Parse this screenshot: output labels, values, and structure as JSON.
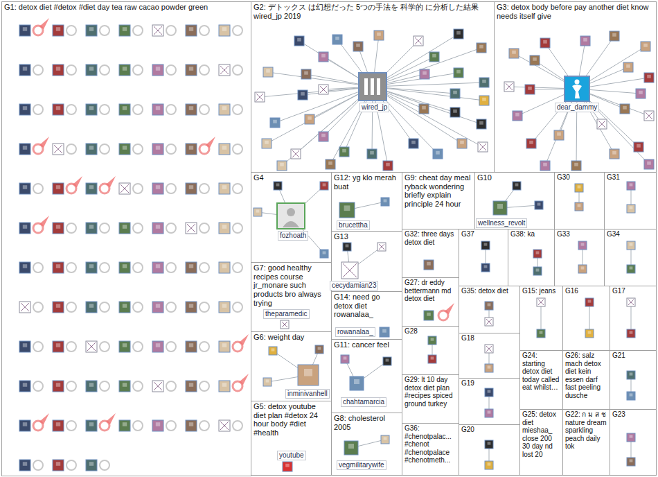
{
  "diagram": {
    "nodes": [
      {
        "text": [
          "G1: detox diet #detox #diet day tea raw cacao powder green"
        ]
      },
      {
        "text": [
          "G2: デトックス は幻想だった 5つの手法を 科学的 に分析した結果 wired_jp 2019"
        ]
      },
      {
        "text": [
          "wired_jp"
        ],
        "in": 1
      },
      {
        "text": [
          "G3: detox body before pay another diet know needs itself give"
        ]
      },
      {
        "text": [
          "dear_dammy"
        ],
        "in": 3
      },
      {
        "text": [
          "G4"
        ]
      },
      {
        "text": [
          "fozhoath"
        ],
        "in": 5
      },
      {
        "text": [
          "G12: yg klo merah buat"
        ]
      },
      {
        "text": [
          "brucettha"
        ],
        "in": 7
      },
      {
        "text": [
          "G9: cheat day meal ryback wondering briefly explain principle 24 hour"
        ]
      },
      {
        "text": [
          "G10"
        ]
      },
      {
        "text": [
          "wellness_revolt"
        ],
        "in": 10
      },
      {
        "text": [
          "G30"
        ]
      },
      {
        "text": [
          "G31"
        ]
      },
      {
        "text": [
          "G13"
        ]
      },
      {
        "text": [
          "cecydamian23"
        ],
        "in": 14
      },
      {
        "text": [
          "G7: good healthy recipes course jr_monare such products bro always trying"
        ]
      },
      {
        "text": [
          "theparamedic"
        ],
        "in": 16
      },
      {
        "text": [
          "G37"
        ]
      },
      {
        "text": [
          "G38: ka"
        ]
      },
      {
        "text": [
          "G33"
        ]
      },
      {
        "text": [
          "G34"
        ]
      },
      {
        "text": [
          "G32: three days detox diet"
        ]
      },
      {
        "text": [
          "G14: need go detox diet rowanalaa_"
        ]
      },
      {
        "text": [
          "rowanalaa_"
        ],
        "in": 23
      },
      {
        "text": [
          "G27: dr eddy bettermann md detox diet"
        ]
      },
      {
        "text": [
          "G35: detox diet"
        ]
      },
      {
        "text": [
          "G15: jeans"
        ]
      },
      {
        "text": [
          "G16"
        ]
      },
      {
        "text": [
          "G17"
        ]
      },
      {
        "text": [
          "G6: weight day"
        ]
      },
      {
        "text": [
          "inminivanhell"
        ],
        "in": 30
      },
      {
        "text": [
          "G28"
        ]
      },
      {
        "text": [
          "G18"
        ]
      },
      {
        "text": [
          "G11: cancer feel"
        ]
      },
      {
        "text": [
          "chahtamarcia"
        ],
        "in": 34
      },
      {
        "text": [
          "G29: lt 10 day detox diet plan #recipes spiced ground turkey"
        ]
      },
      {
        "text": [
          "G19"
        ]
      },
      {
        "text": [
          "G24: starting detox diet today called eat whilst…"
        ]
      },
      {
        "text": [
          "G26: salz mach detox diet kein essen darf fast peeling dusche"
        ]
      },
      {
        "text": [
          "G21"
        ]
      },
      {
        "text": [
          "G5: detox youtube diet plan #detox 24 hour body #diet #health"
        ]
      },
      {
        "text": [
          "youtube"
        ],
        "in": 41
      },
      {
        "text": [
          "G8: cholesterol 2005"
        ]
      },
      {
        "text": [
          "vegmilitarywife"
        ],
        "in": 43
      },
      {
        "text": [
          "G36: #chenotpalac... #chenot #chenotpalace #chenotmeth..."
        ]
      },
      {
        "text": [
          "G20"
        ]
      },
      {
        "text": [
          "G25: detox diet mieshaa_ close 200 30 day nd lost 20"
        ]
      },
      {
        "text": [
          "G22: ก ม ส ช nature dream sparkling peach daily tok"
        ]
      },
      {
        "text": [
          "G23"
        ]
      }
    ]
  }
}
